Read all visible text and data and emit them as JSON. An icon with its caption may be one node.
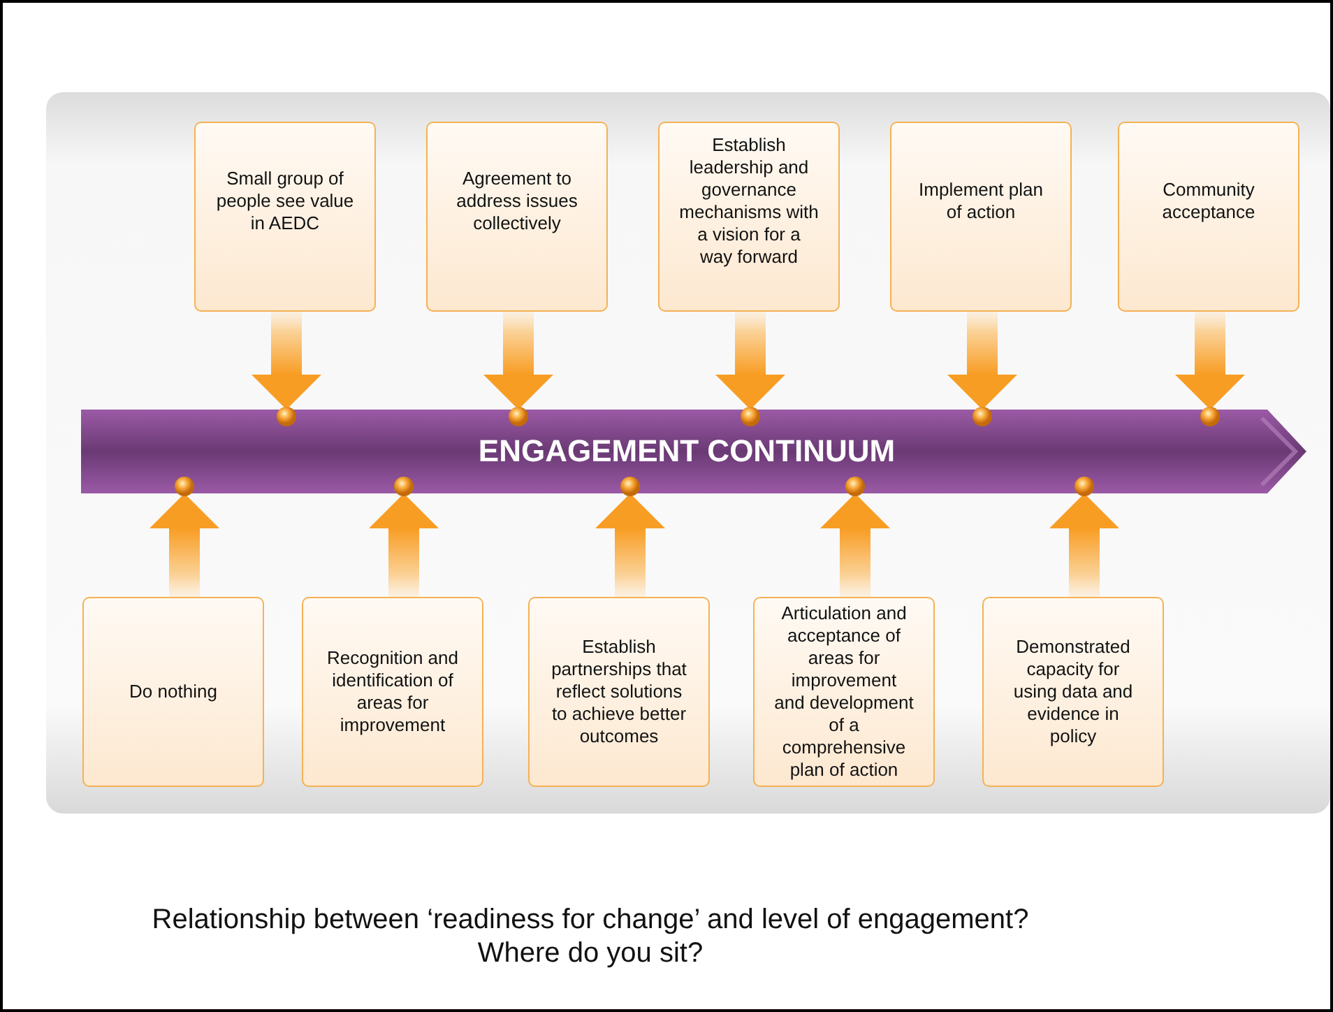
{
  "diagram": {
    "caption": "Relationship between ‘readiness for change’ and level of engagement? Where do you sit?",
    "nodes": [
      {
        "text": [
          "Small group of people see value in AEDC"
        ]
      },
      {
        "text": [
          "Agreement to address issues collectively"
        ]
      },
      {
        "text": [
          "Establish leadership and governance mechanisms with a vision for a way forward"
        ]
      },
      {
        "text": [
          "Implement plan of action"
        ]
      },
      {
        "text": [
          "Community acceptance"
        ]
      },
      {
        "text": [
          "ENGAGEMENT CONTINUUM"
        ]
      },
      {
        "text": [
          "Do nothing"
        ]
      },
      {
        "text": [
          "Recognition and identification of areas for improvement"
        ]
      },
      {
        "text": [
          "Establish partnerships that reflect solutions to achieve better outcomes"
        ]
      },
      {
        "text": [
          "Articulation and acceptance of areas for improvement and development of a comprehensive plan of action"
        ]
      },
      {
        "text": [
          "Demonstrated capacity for using data and evidence in policy"
        ]
      }
    ],
    "edges": [
      {
        "from": 0,
        "to": 5,
        "arrow": "to"
      },
      {
        "from": 1,
        "to": 5,
        "arrow": "to"
      },
      {
        "from": 2,
        "to": 5,
        "arrow": "to"
      },
      {
        "from": 3,
        "to": 5,
        "arrow": "to"
      },
      {
        "from": 4,
        "to": 5,
        "arrow": "to"
      },
      {
        "from": 6,
        "to": 5,
        "arrow": "to"
      },
      {
        "from": 7,
        "to": 5,
        "arrow": "to"
      },
      {
        "from": 8,
        "to": 5,
        "arrow": "to"
      },
      {
        "from": 9,
        "to": 5,
        "arrow": "to"
      },
      {
        "from": 10,
        "to": 5,
        "arrow": "to"
      }
    ]
  }
}
